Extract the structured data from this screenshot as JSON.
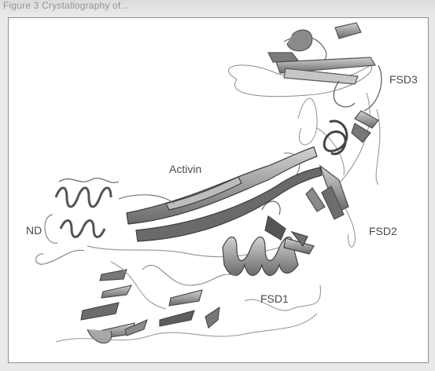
{
  "header": {
    "caption": "Figure 3  Crystallography of..."
  },
  "labels": {
    "fsd3": "FSD3",
    "activin": "Activin",
    "nd": "ND",
    "fsd2": "FSD2",
    "fsd1": "FSD1"
  },
  "colors": {
    "ribbon_dark": "#6e6e6e",
    "ribbon_light": "#c4c4c4",
    "coil": "#8a8a8a",
    "frame": "#8e8e8e"
  }
}
